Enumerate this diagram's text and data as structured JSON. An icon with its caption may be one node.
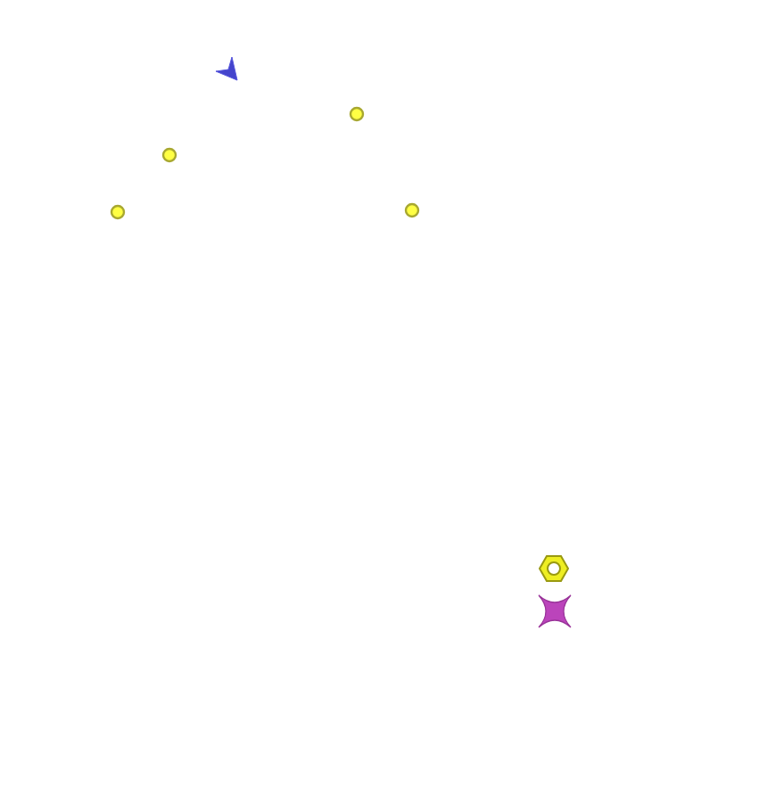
{
  "diagram": {
    "nodes": [
      {
        "text": [],
        "shape": "arrowhead"
      },
      {
        "text": [],
        "shape": "circle"
      },
      {
        "text": [],
        "shape": "circle"
      },
      {
        "text": [],
        "shape": "circle"
      },
      {
        "text": [],
        "shape": "circle"
      },
      {
        "text": [],
        "shape": "hexagon"
      },
      {
        "text": [],
        "shape": "cross"
      }
    ]
  }
}
